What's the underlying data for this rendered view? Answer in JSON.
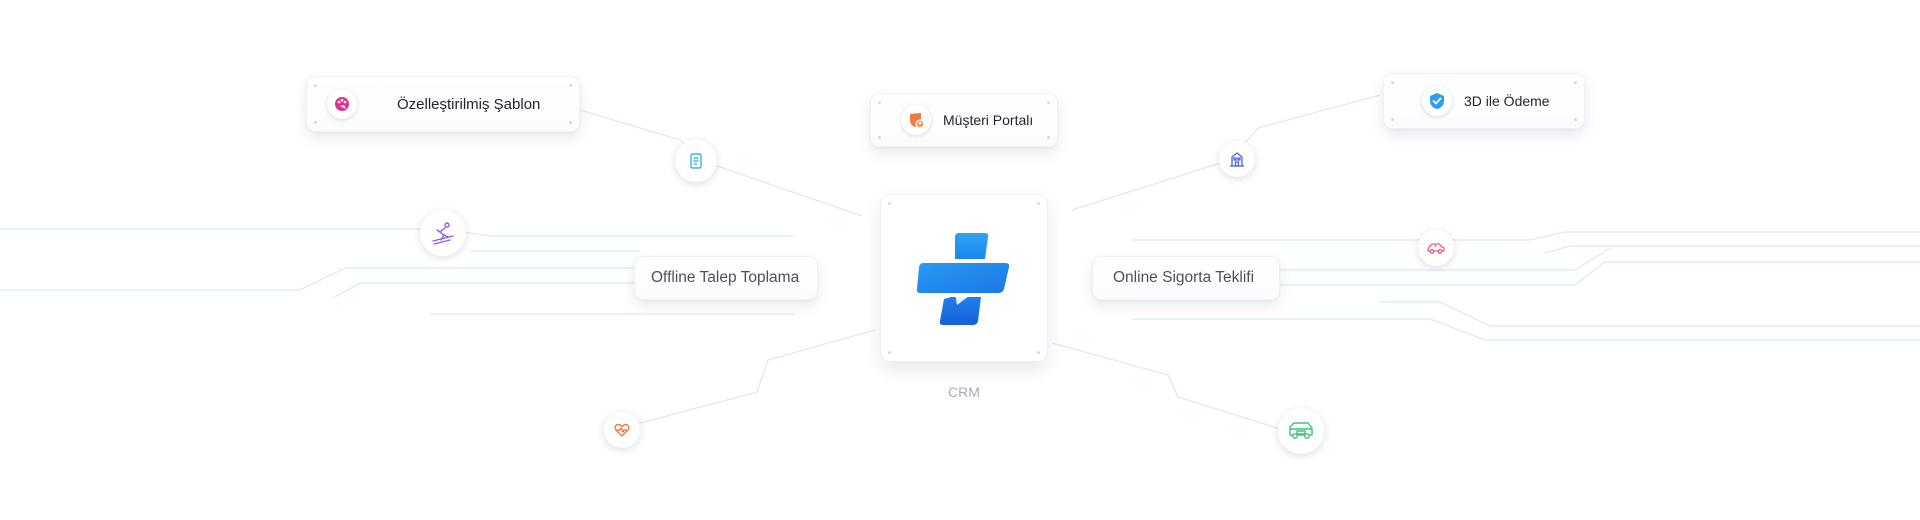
{
  "hub": {
    "caption": "CRM",
    "icon": "crm-plus-logo-icon"
  },
  "cards": {
    "template": {
      "label": "Özelleştirilmiş Şablon",
      "icon": "palette-icon",
      "color": "#e5308f"
    },
    "portal": {
      "label": "Müşteri Portalı",
      "icon": "shield-user-icon",
      "color": "#f07b3c"
    },
    "payment3d": {
      "label": "3D ile Ödeme",
      "icon": "shield-check-icon",
      "color": "#2f9ef0"
    },
    "offline": {
      "label": "Offline Talep Toplama"
    },
    "online": {
      "label": "Online Sigorta Teklifi"
    }
  },
  "nodes": {
    "document": {
      "icon": "document-icon",
      "color": "#3fb6e0"
    },
    "skier": {
      "icon": "skier-icon",
      "color": "#8a5cf0"
    },
    "heart": {
      "icon": "heart-pulse-icon",
      "color": "#f07b3c"
    },
    "building": {
      "icon": "building-icon",
      "color": "#4a64e8"
    },
    "car": {
      "icon": "car-icon",
      "color": "#f0607a"
    },
    "vehicle": {
      "icon": "van-icon",
      "color": "#3cc47a"
    }
  },
  "colors": {
    "wire": "#d6e8f7",
    "hub_blue": "#1f8ef1",
    "hub_dark": "#1767dd"
  }
}
